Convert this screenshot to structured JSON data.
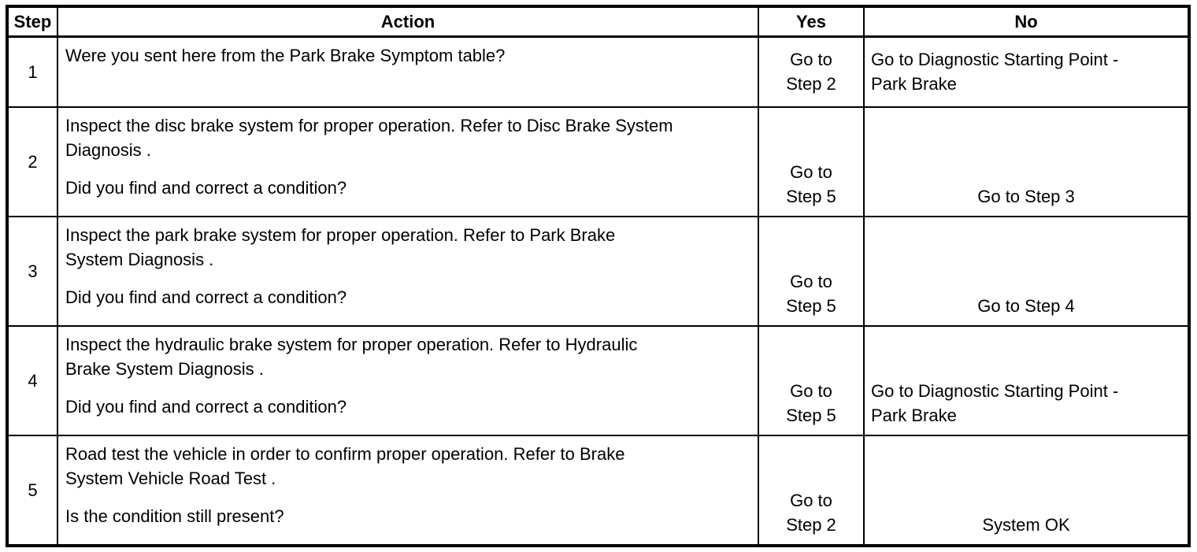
{
  "colors": {
    "border": "#000000",
    "text": "#000000",
    "background": "#ffffff"
  },
  "table": {
    "headers": {
      "step": "Step",
      "action": "Action",
      "yes": "Yes",
      "no": "No"
    },
    "rows": [
      {
        "step": "1",
        "action_main": "Were you sent here from the Park Brake Symptom table?",
        "action_question": "",
        "yes": "Go to\nStep 2",
        "no": "Go to Diagnostic Starting Point -\nPark Brake"
      },
      {
        "step": "2",
        "action_main": "Inspect the disc brake system for proper operation. Refer to Disc Brake System\nDiagnosis .",
        "action_question": "Did you find and correct a condition?",
        "yes": "Go to\nStep 5",
        "no": "Go to Step 3"
      },
      {
        "step": "3",
        "action_main": "Inspect the park brake system for proper operation. Refer to Park Brake\nSystem Diagnosis .",
        "action_question": "Did you find and correct a condition?",
        "yes": "Go to\nStep 5",
        "no": "Go to Step 4"
      },
      {
        "step": "4",
        "action_main": "Inspect the hydraulic brake system for proper operation. Refer to Hydraulic\nBrake System Diagnosis .",
        "action_question": "Did you find and correct a condition?",
        "yes": "Go to\nStep 5",
        "no": "Go to Diagnostic Starting Point -\nPark Brake"
      },
      {
        "step": "5",
        "action_main": "Road test the vehicle in order to confirm proper operation. Refer to Brake\nSystem Vehicle Road Test .",
        "action_question": "Is the condition still present?",
        "yes": "Go to\nStep 2",
        "no": "System OK"
      }
    ]
  }
}
